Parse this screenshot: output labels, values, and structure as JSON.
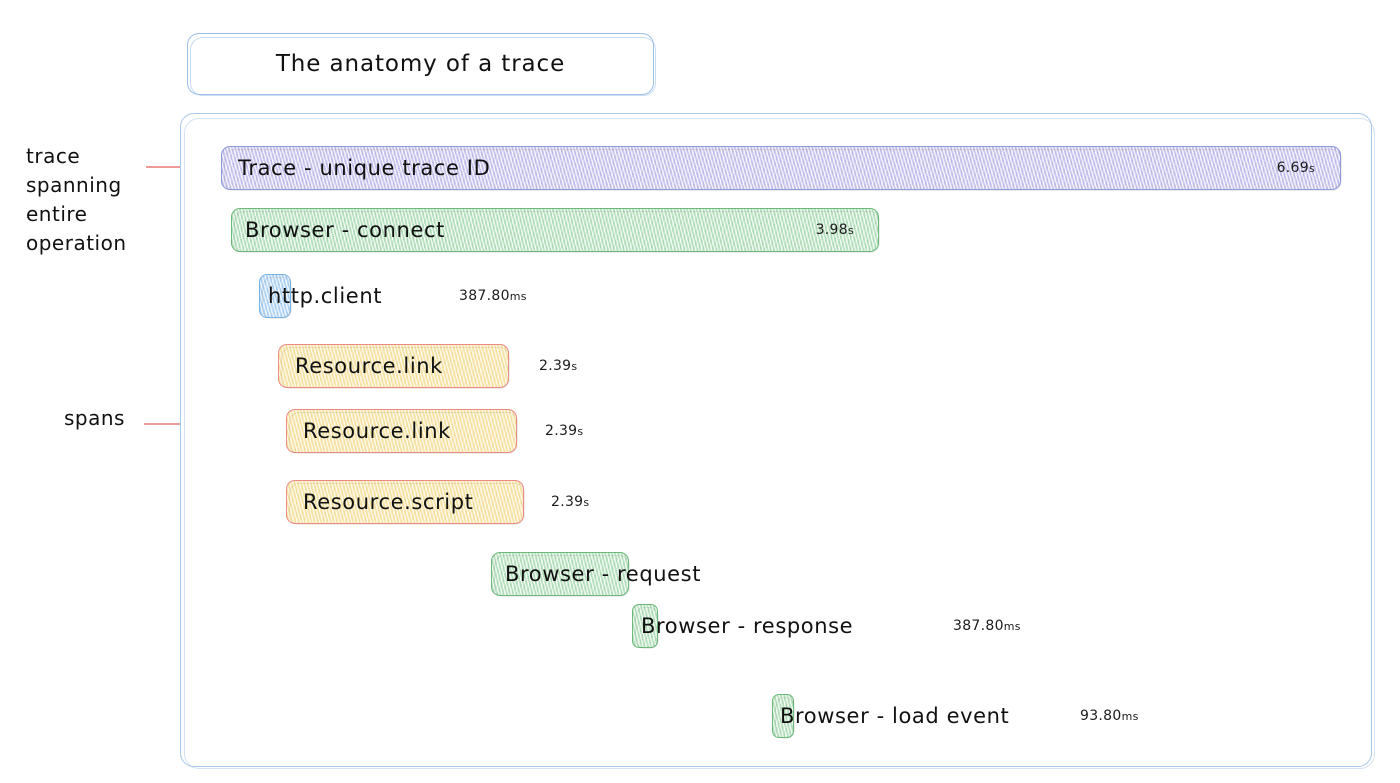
{
  "title": {
    "text": "The anatomy of a trace"
  },
  "annotations": {
    "trace_label": "trace spanning entire operation",
    "spans_label": "spans"
  },
  "colors": {
    "container_border": "#a9c8e9",
    "title_border": "#9cc0e8",
    "trace_bar": "#e3e0f7",
    "trace_bar_border": "#8e9ad6",
    "browser_bar": "#dff3e1",
    "browser_bar_border": "#6cb97a",
    "http_bar": "#d9eafb",
    "http_bar_border": "#78b2e5",
    "resource_bar": "#fcf2cf",
    "resource_bar_border": "#ec8b86",
    "bracket": "#ef5350",
    "leader": "#ef9a9a"
  },
  "spans": [
    {
      "id": "trace-root",
      "label": "Trace - unique trace ID",
      "duration": "6.69",
      "unit": "s",
      "duration_inside": true,
      "theme": "purple"
    },
    {
      "id": "browser-connect",
      "label": "Browser - connect",
      "duration": "3.98",
      "unit": "s",
      "duration_inside": true,
      "theme": "green"
    },
    {
      "id": "http-client",
      "label": "http.client",
      "duration": "387.80",
      "unit": "ms",
      "duration_inside": false,
      "theme": "blue"
    },
    {
      "id": "resource-link-1",
      "label": "Resource.link",
      "duration": "2.39",
      "unit": "s",
      "duration_inside": false,
      "theme": "yellow"
    },
    {
      "id": "resource-link-2",
      "label": "Resource.link",
      "duration": "2.39",
      "unit": "s",
      "duration_inside": false,
      "theme": "yellow"
    },
    {
      "id": "resource-script",
      "label": "Resource.script",
      "duration": "2.39",
      "unit": "s",
      "duration_inside": false,
      "theme": "yellow"
    },
    {
      "id": "browser-request",
      "label": "Browser - request",
      "duration": "",
      "unit": "",
      "duration_inside": false,
      "theme": "green"
    },
    {
      "id": "browser-response",
      "label": "Browser - response",
      "duration": "387.80",
      "unit": "ms",
      "duration_inside": false,
      "theme": "green"
    },
    {
      "id": "browser-load-event",
      "label": "Browser - load event",
      "duration": "93.80",
      "unit": "ms",
      "duration_inside": false,
      "theme": "green"
    }
  ]
}
